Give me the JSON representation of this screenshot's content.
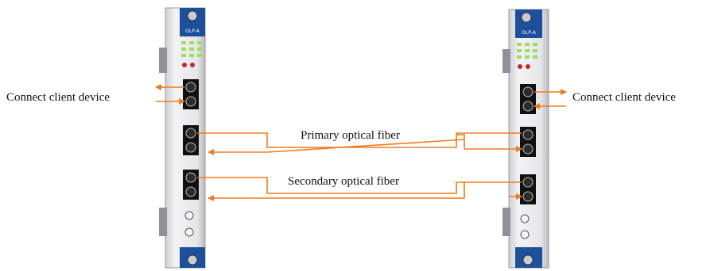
{
  "labels": {
    "client_left": "Connect client device",
    "client_right": "Connect client device",
    "primary": "Primary optical fiber",
    "secondary": "Secondary optical fiber"
  },
  "boards": {
    "left": {
      "name": "OLP-A"
    },
    "right": {
      "name": "OLP-A"
    }
  },
  "colors": {
    "fiber": "#f07a1e",
    "board_blue": "#1e4f9a",
    "panel": "#e9e9ec",
    "port": "#1a1a1a"
  }
}
